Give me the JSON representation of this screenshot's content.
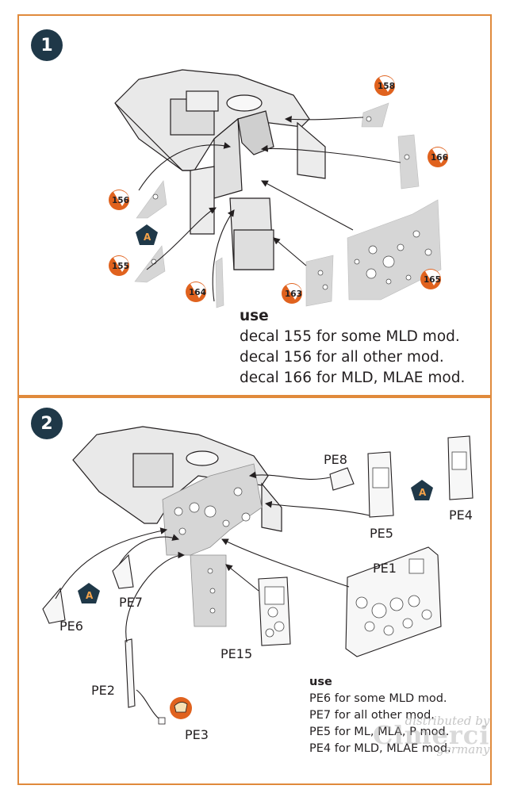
{
  "colors": {
    "frame": "#e08a3c",
    "step_badge": "#1f3848",
    "decal_orange": "#e0621e",
    "part_gray": "#d6d6d6",
    "text": "#231f20",
    "hex_badge": "#1f3848",
    "hex_text": "#f5a34a"
  },
  "steps": [
    {
      "number": "1",
      "decals": [
        {
          "id": "158",
          "label": "158"
        },
        {
          "id": "166",
          "label": "166"
        },
        {
          "id": "156",
          "label": "156"
        },
        {
          "id": "155",
          "label": "155"
        },
        {
          "id": "164",
          "label": "164"
        },
        {
          "id": "163",
          "label": "163"
        },
        {
          "id": "165",
          "label": "165"
        }
      ],
      "variant_badge": "A",
      "note": {
        "heading": "use",
        "lines": [
          "decal 155  for some MLD mod.",
          "decal 156 for all other mod.",
          "decal 166 for MLD, MLAE mod."
        ]
      }
    },
    {
      "number": "2",
      "parts": [
        "PE8",
        "PE5",
        "PE4",
        "PE1",
        "PE7",
        "PE6",
        "PE15",
        "PE2",
        "PE3"
      ],
      "variant_badges": [
        "A",
        "A"
      ],
      "note": {
        "heading": "use",
        "lines": [
          "PE6 for some MLD mod.",
          "PE7 for all other mod.",
          "PE5 for ML, MLA, P mod.",
          "PE4 for MLD, MLAE mod."
        ]
      }
    }
  ],
  "watermark": {
    "line1": "distributed by",
    "brand": "Clmerci",
    "line3": "germany"
  }
}
